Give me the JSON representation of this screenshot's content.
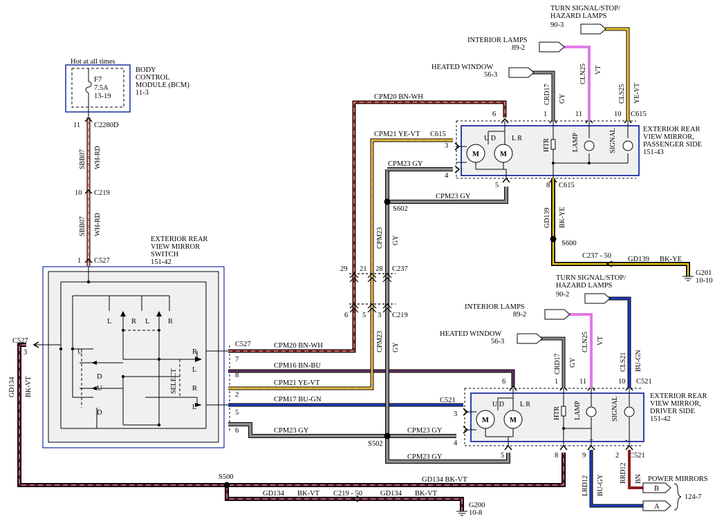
{
  "colors": {
    "wire_outline": "#000000",
    "box_blue": "#1a2ea0",
    "box_fill": "#f0f0f0",
    "wh_rd": "#d96060",
    "bn_wh": "#8b2020",
    "ye_vt": "#f2c62e",
    "gy": "#7f7f7f",
    "bn_bu": "#7a2020",
    "bu_gn": "#1f3cc0",
    "vt": "#e07ae6",
    "bk_vt": "#1a0010",
    "bk_ye": "#e8c81a",
    "bu_gy": "#2040c8",
    "bn": "#8b1c1c"
  },
  "bcm": {
    "hot_label": "Hot at all times",
    "fuse_id": "F7",
    "fuse_amp": "7.5A",
    "fuse_ref": "13-19",
    "title_1": "BODY",
    "title_2": "CONTROL",
    "title_3": "MODULE (BCM)",
    "ref": "11-3"
  },
  "feed": {
    "c2280d_pin": "11",
    "c2280d": "C2280D",
    "sbb07_a": "SBB07",
    "whrd_a": "WH-RD",
    "c219_pin": "10",
    "c219": "C219",
    "sbb07_b": "SBB07",
    "whrd_b": "WH-RD",
    "c527_pin": "1",
    "c527": "C527"
  },
  "switch": {
    "title_1": "EXTERIOR REAR",
    "title_2": "VIEW MIRROR",
    "title_3": "SWITCH",
    "ref": "151-42",
    "sel": "SELECT",
    "l1": "L",
    "r1": "R",
    "l2": "L",
    "r2": "R",
    "r_a": "R",
    "l_a": "L",
    "r_b": "R",
    "l_b": "L",
    "u1": "U",
    "d1": "D",
    "u2": "U",
    "d2": "D",
    "c527_left": "C527",
    "pin3": "3",
    "c527_right": "C527",
    "pin7": "7",
    "pin8": "8",
    "pin2": "2",
    "pin5": "5",
    "pin6": "6"
  },
  "wires": {
    "cpm20_bnwh": "CPM20  BN-WH",
    "cpm16_bnbu": "CPM16  BN-BU",
    "cpm21_yevt": "CPM21  YE-VT",
    "cpm17_bugn": "CPM17  BU-GN",
    "cpm23_gy": "CPM23  GY",
    "cpm20_top": "CPM20  BN-WH",
    "cpm21_top": "CPM21  YE-VT",
    "cpm23_top": "CPM23  GY",
    "cpm23_s602": "CPM23  GY",
    "cpm23_vert_a": "CPM23",
    "gy_vert_a": "GY",
    "cpm23_vert_b": "CPM23",
    "gy_vert_b": "GY",
    "cpm23_s502": "CPM23  GY",
    "cpm23_bot": "CPM23  GY",
    "gd134_bkvt": "GD134  BK-VT",
    "gd134_left": "GD134",
    "bkvt_left": "BK-VT",
    "gd134_g200a": "GD134",
    "bkvt_g200a": "BK-VT",
    "c219_50": "C219 - 50",
    "gd134_g200b": "GD134",
    "bkvt_g200b": "BK-VT"
  },
  "c237": {
    "p29": "29",
    "p21": "21",
    "p28": "28",
    "name": "C237"
  },
  "c219": {
    "p6": "6",
    "p5": "5",
    "p3": "3",
    "name": "C219"
  },
  "splices": {
    "s602": "S602",
    "s600": "S600",
    "s502": "S502",
    "s500": "S500"
  },
  "pass_mirror": {
    "title_1": "EXTERIOR REAR",
    "title_2": "VIEW MIRROR,",
    "title_3": "PASSENGER SIDE",
    "ref": "151-43",
    "c615": "C615",
    "c615_b": "C615",
    "c615_c": "C615",
    "pin6": "6",
    "pin1": "1",
    "pin11": "11",
    "pin10": "10",
    "pin3": "3",
    "pin4": "4",
    "pin5": "5",
    "pin8": "8",
    "ud": "U D",
    "lr": "L R",
    "htr": "HTR",
    "lamp": "LAMP",
    "signal": "SIGNAL",
    "motor": "M"
  },
  "drv_mirror": {
    "title_1": "EXTERIOR REAR",
    "title_2": "VIEW MIRROR,",
    "title_3": "DRIVER SIDE",
    "ref": "151-42",
    "c521": "C521",
    "c521_b": "C521",
    "c521_c": "C521",
    "pin6": "6",
    "pin1": "1",
    "pin11": "11",
    "pin10": "10",
    "pin3": "3",
    "pin4": "4",
    "pin5": "5",
    "pin8": "8",
    "pin9": "9",
    "pin2": "2",
    "ud": "U D",
    "lr": "L R",
    "htr": "HTR",
    "lamp": "LAMP",
    "signal": "SIGNAL",
    "motor": "M",
    "plus": "+",
    "minus": "-"
  },
  "pass_feeds": {
    "turn_1": "TURN SIGNAL/STOP/",
    "turn_2": "HAZARD LAMPS",
    "turn_ref": "90-3",
    "int": "INTERIOR LAMPS",
    "int_ref": "89-2",
    "heat": "HEATED WINDOW",
    "heat_ref": "56-3",
    "crd17": "CRD17",
    "gy": "GY",
    "cln25": "CLN25",
    "vt": "VT",
    "cls25": "CLS25",
    "yevt": "YE-VT"
  },
  "drv_feeds": {
    "turn_1": "TURN SIGNAL/STOP/",
    "turn_2": "HAZARD LAMPS",
    "turn_ref": "90-2",
    "int": "INTERIOR LAMPS",
    "int_ref": "89-2",
    "heat": "HEATED WINDOW",
    "heat_ref": "56-3",
    "crd17": "CRD17",
    "gy": "GY",
    "cln25": "CLN25",
    "vt": "VT",
    "cls21": "CLS21",
    "bugn": "BU-GN"
  },
  "ground": {
    "gd139": "GD139",
    "bkye": "BK-YE",
    "c237_50": "C237 - 50",
    "gd139_h": "GD139",
    "bkye_h": "BK-YE",
    "g201": "G201",
    "g201_ref": "10-10",
    "g200": "G200",
    "g200_ref": "10-8"
  },
  "power": {
    "lrd12": "LRD12",
    "bugy": "BU-GY",
    "rrd12": "RRD12",
    "bn": "BN",
    "title": "POWER MIRRORS",
    "b": "B",
    "a": "A",
    "ref": "124-7"
  }
}
